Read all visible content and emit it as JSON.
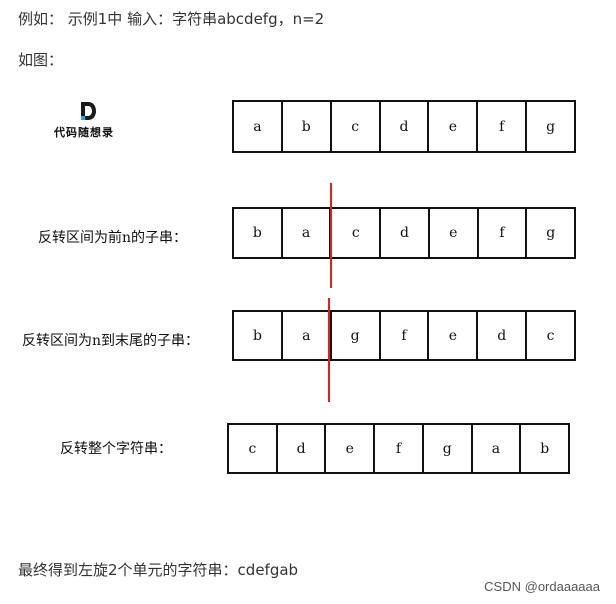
{
  "example_line": "例如： 示例1中 输入：字符串abcdefg，n=2",
  "figure_label": "如图：",
  "logo_text": "代码随想录",
  "rows": [
    {
      "label": "",
      "cells": [
        "a",
        "b",
        "c",
        "d",
        "e",
        "f",
        "g"
      ]
    },
    {
      "label": "反转区间为前n的子串：",
      "cells": [
        "b",
        "a",
        "c",
        "d",
        "e",
        "f",
        "g"
      ]
    },
    {
      "label": "反转区间为n到末尾的子串：",
      "cells": [
        "b",
        "a",
        "g",
        "f",
        "e",
        "d",
        "c"
      ]
    },
    {
      "label": "反转整个字符串：",
      "cells": [
        "c",
        "d",
        "e",
        "f",
        "g",
        "a",
        "b"
      ]
    }
  ],
  "result_line": "最终得到左旋2个单元的字符串：cdefgab",
  "watermark": "CSDN @ordaaaaaa",
  "colors": {
    "divider": "#e51c23"
  }
}
